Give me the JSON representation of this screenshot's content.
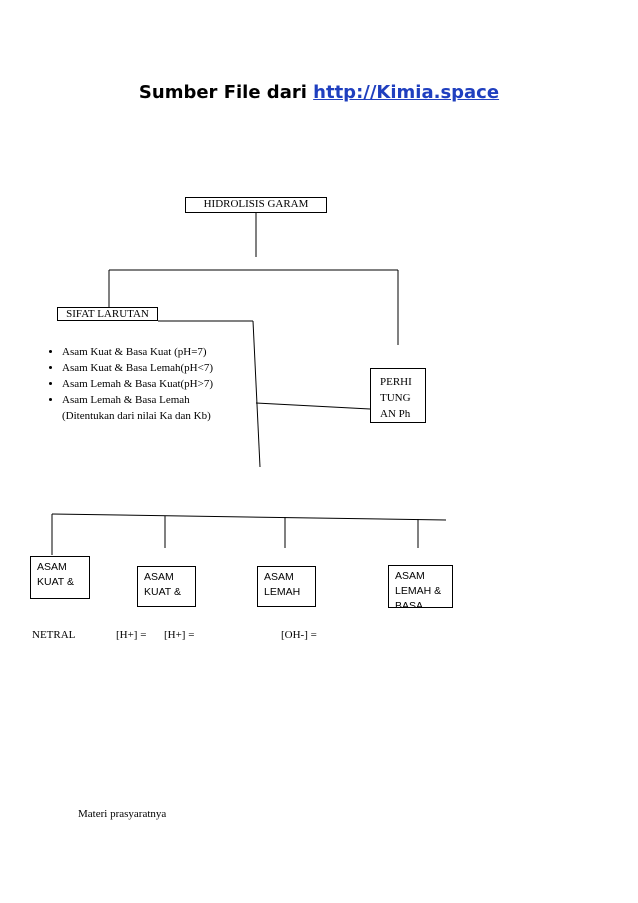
{
  "header": {
    "prefix": "Sumber File dari ",
    "link": "http://Kimia.space"
  },
  "diagram": {
    "root": "HIDROLISIS GARAM",
    "left_box": "SIFAT LARUTAN",
    "properties": [
      "Asam Kuat & Basa Kuat (pH=7)",
      "Asam Kuat & Basa Lemah(pH<7)",
      "Asam Lemah & Basa Kuat(pH>7)",
      "Asam Lemah & Basa Lemah"
    ],
    "properties_note": "(Ditentukan dari nilai Ka dan Kb)",
    "right_box_lines": [
      "PERHI",
      "TUNG",
      "AN Ph"
    ],
    "bottom_boxes": [
      {
        "line1": "ASAM",
        "line2": "KUAT &"
      },
      {
        "line1": "ASAM",
        "line2": "KUAT &"
      },
      {
        "line1": "ASAM",
        "line2": "LEMAH"
      },
      {
        "line1": "ASAM",
        "line2": "LEMAH &",
        "line3": "BASA"
      }
    ],
    "formulas": [
      "NETRAL",
      "[H+] =",
      "[H+] =",
      "[OH-] ="
    ]
  },
  "footer": "Materi prasyaratnya"
}
